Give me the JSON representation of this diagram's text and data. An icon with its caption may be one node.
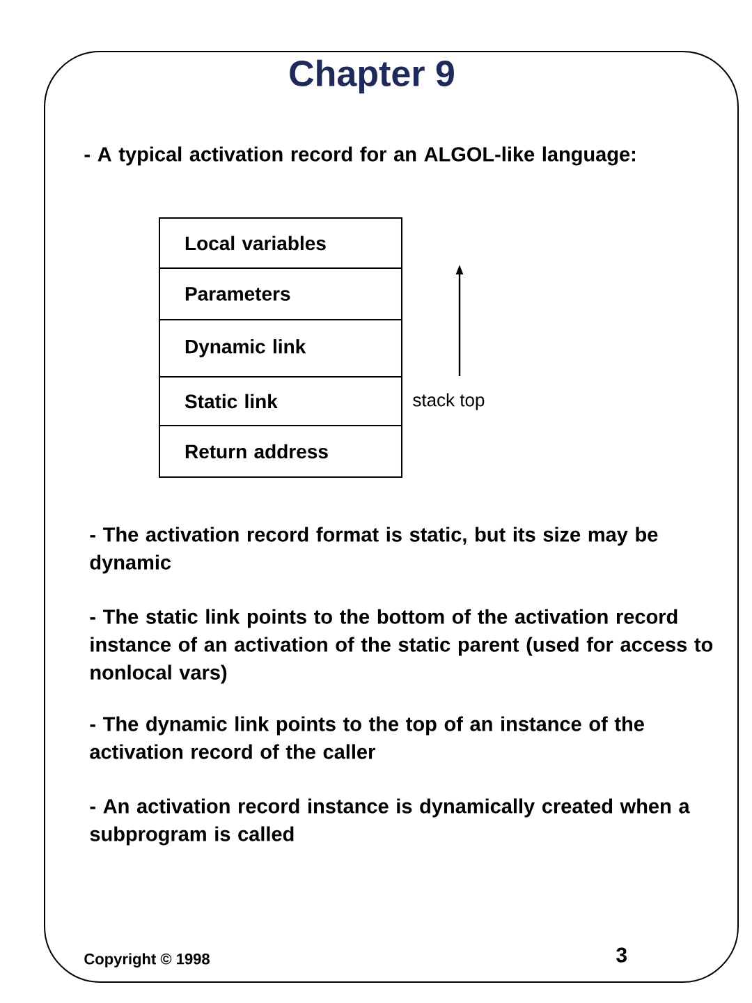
{
  "diagram": {
    "title": "Chapter 9",
    "nodes": [
      {
        "text": [
          "Local variables"
        ]
      },
      {
        "text": [
          "Parameters"
        ]
      },
      {
        "text": [
          "Dynamic link"
        ]
      },
      {
        "text": [
          "Static link"
        ]
      },
      {
        "text": [
          "Return address"
        ]
      }
    ],
    "labels": [
      "- A typical activation record for an ALGOL-like language:",
      "stack top",
      "- The activation record format is static, but its size may be dynamic",
      "- The static link points to the bottom of the activation record instance of an activation of the static parent (used for access to nonlocal vars)",
      "- The dynamic link points to the top of an instance of the activation record of the caller",
      "- An activation record instance is dynamically created when a subprogram is called",
      "Copyright © 1998",
      "3"
    ]
  }
}
